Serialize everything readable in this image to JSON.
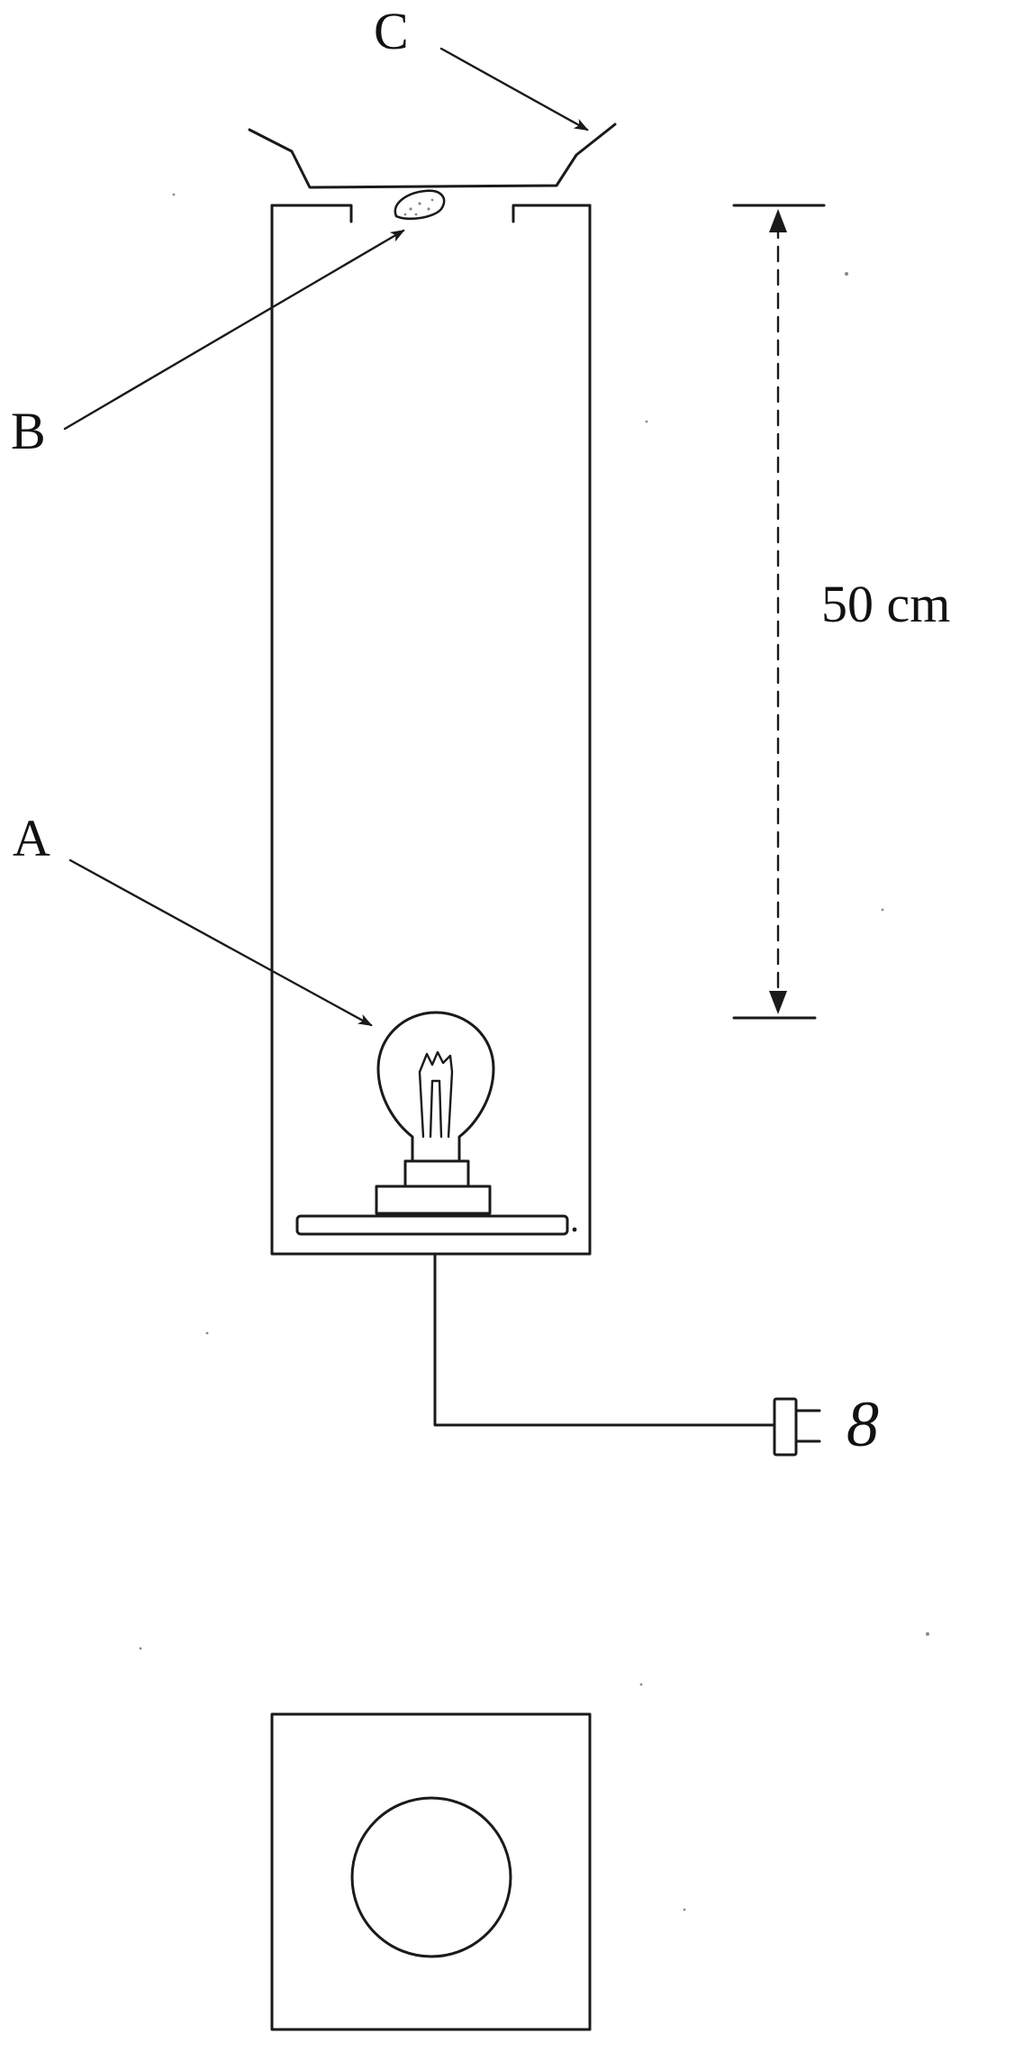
{
  "labels": {
    "a": "A",
    "b": "B",
    "c": "C",
    "dimension": "50 cm",
    "plug_mark": "8"
  },
  "colors": {
    "line": "#1a1a1a",
    "background": "#ffffff"
  },
  "icons": {
    "light_bulb": "light-bulb-icon",
    "plug": "plug-icon"
  }
}
